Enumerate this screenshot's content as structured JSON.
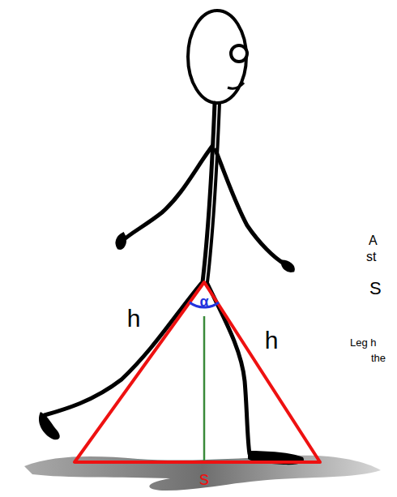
{
  "diagram": {
    "labels": [
      "h",
      "h",
      "α",
      "s",
      "A",
      "st",
      "S",
      "Leg h",
      "the"
    ]
  }
}
